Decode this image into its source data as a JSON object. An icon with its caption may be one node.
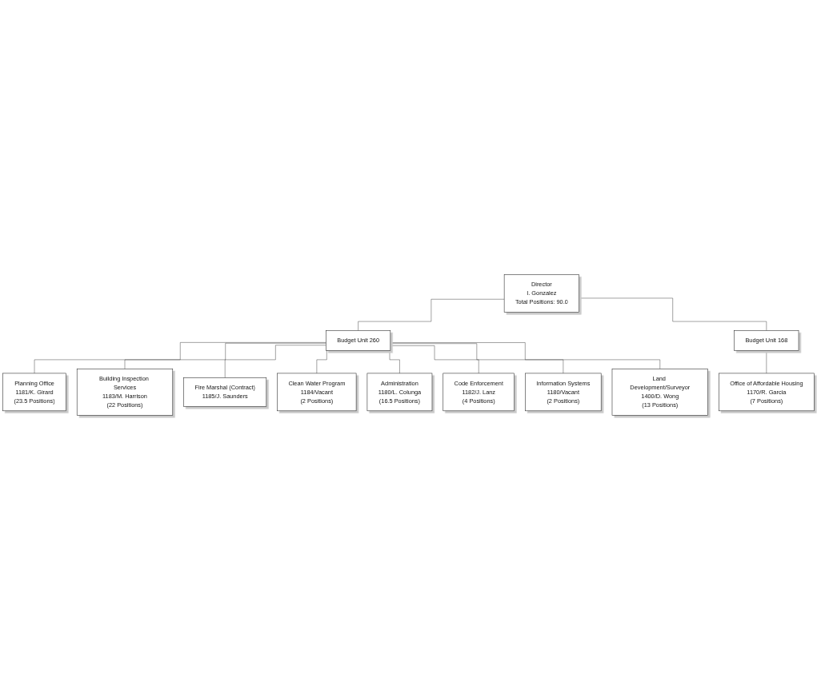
{
  "diagram": {
    "nodes": [
      {
        "text": [
          "Director",
          "I. Gonzalez",
          "Total Positions: 90.0"
        ]
      },
      {
        "text": [
          "Budget Unit 260"
        ]
      },
      {
        "text": [
          "Budget Unit 168"
        ]
      },
      {
        "text": [
          "Planning Office",
          "1181/K. Girard",
          "(23.5 Positions)"
        ]
      },
      {
        "text": [
          "Building Inspection Services",
          "1183/M. Harrison",
          "(22 Positions)"
        ]
      },
      {
        "text": [
          "Office of Affordable Housing",
          "1170/R. Garcia",
          "(7 Positions)"
        ]
      },
      {
        "text": [
          "Fire Marshal (Contract)",
          "1185/J. Saunders"
        ]
      },
      {
        "text": [
          "Clean Water Program",
          "1184/Vacant",
          "(2 Positions)"
        ]
      },
      {
        "text": [
          "Administration",
          "1180/L. Colunga",
          "(16.5 Positions)"
        ]
      },
      {
        "text": [
          "Code Enforcement",
          "1182/J. Lanz",
          "(4 Positions)"
        ]
      },
      {
        "text": [
          "Information Systems",
          "1180/Vacant",
          "(2 Positions)"
        ]
      },
      {
        "text": [
          "Land Development/Surveyor",
          "1400/D. Wong",
          "(13 Positions)"
        ]
      }
    ],
    "edges": [
      {
        "from": 0,
        "to": 1,
        "arrow": "none"
      },
      {
        "from": 0,
        "to": 2,
        "arrow": "none"
      },
      {
        "from": 1,
        "to": 3,
        "arrow": "none"
      },
      {
        "from": 1,
        "to": 4,
        "arrow": "none"
      },
      {
        "from": 2,
        "to": 5,
        "arrow": "none"
      },
      {
        "from": 1,
        "to": 6,
        "arrow": "none"
      },
      {
        "from": 1,
        "to": 7,
        "arrow": "none"
      },
      {
        "from": 1,
        "to": 8,
        "arrow": "none"
      },
      {
        "from": 1,
        "to": 9,
        "arrow": "none"
      },
      {
        "from": 1,
        "to": 10,
        "arrow": "none"
      },
      {
        "from": 1,
        "to": 11,
        "arrow": "none"
      }
    ]
  }
}
